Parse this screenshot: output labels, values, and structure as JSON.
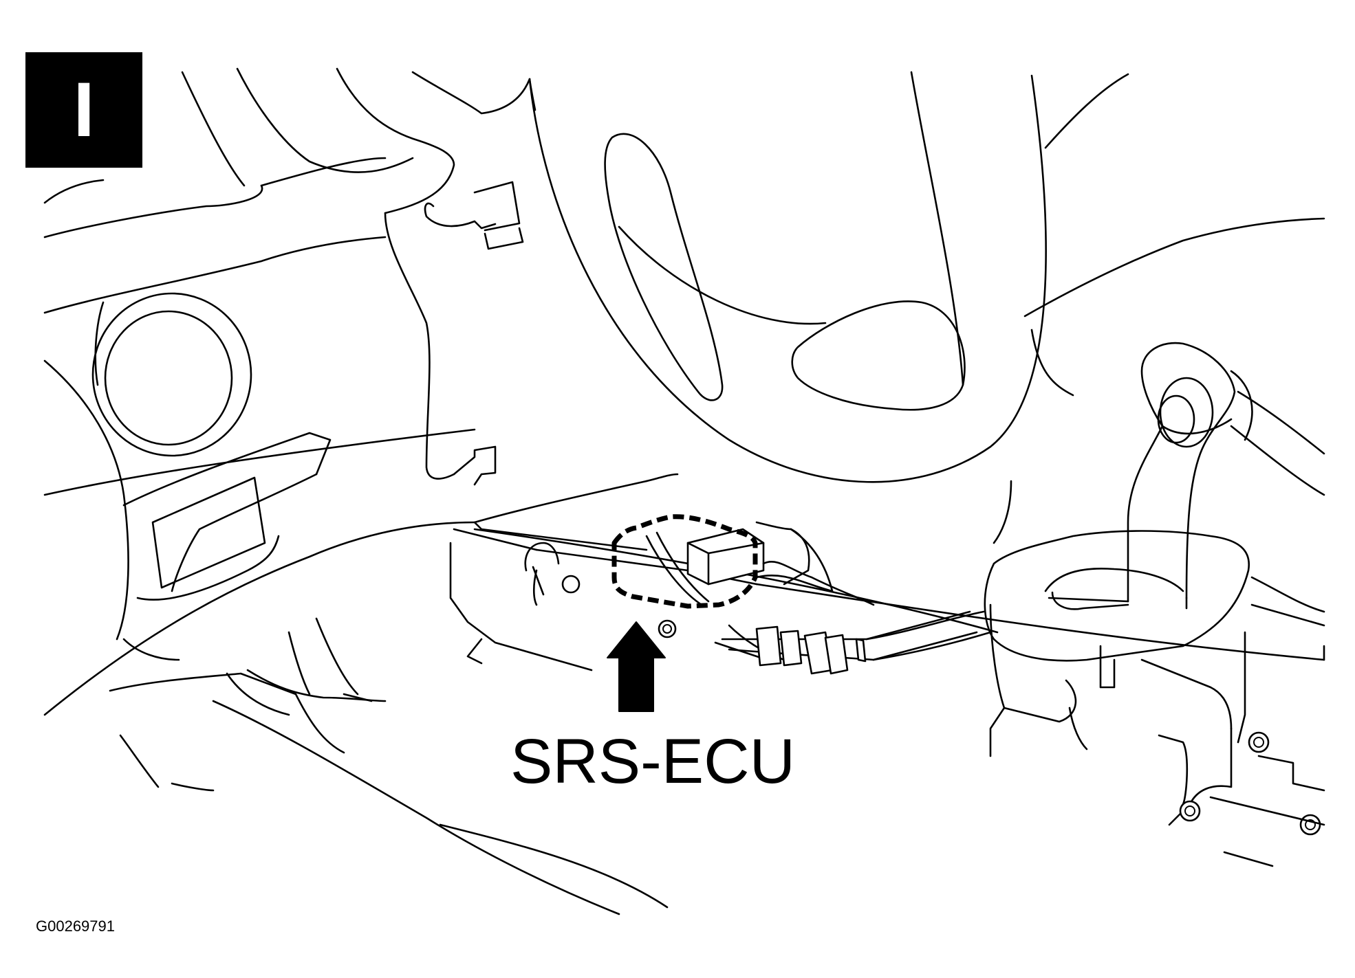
{
  "panel": {
    "letter": "I"
  },
  "callout": {
    "label": "SRS-ECU",
    "arrow_direction": "up",
    "highlight_style": "dashed-outline"
  },
  "figure": {
    "code": "G00269791"
  },
  "colors": {
    "line": "#000000",
    "background": "#ffffff",
    "badge": "#000000"
  }
}
